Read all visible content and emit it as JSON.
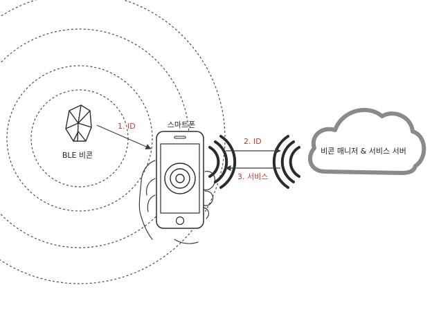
{
  "nodes": {
    "beacon": {
      "label": "BLE 비콘"
    },
    "smartphone": {
      "label": "스마트폰"
    },
    "server": {
      "label": "비콘 매니저 & 서비스 서버"
    }
  },
  "flows": {
    "step1": {
      "label": "1. ID"
    },
    "step2": {
      "label": "2. ID"
    },
    "step3": {
      "label": "3. 서비스"
    }
  },
  "colors": {
    "line": "#3a3a3a",
    "step_label": "#c0392b",
    "text": "#222222",
    "cloud_stroke": "#8a8a8a"
  }
}
